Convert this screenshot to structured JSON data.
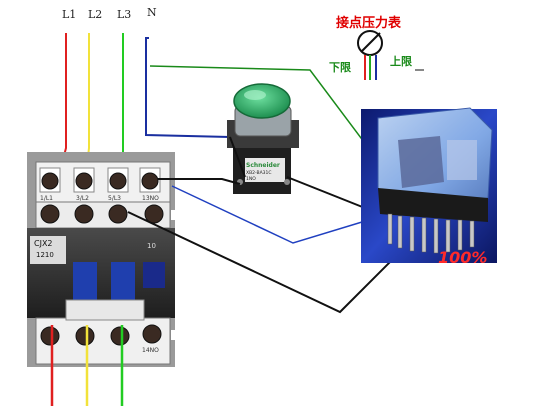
{
  "lines": {
    "l1": "L1",
    "l2": "L2",
    "l3": "L3",
    "n": "N"
  },
  "gauge": {
    "title": "接点压力表",
    "lower_limit": "下限",
    "upper_limit": "上限"
  },
  "contactor": {
    "model_line1": "CJX2",
    "model_line2": "1210",
    "terminal_top_left": "1/L1",
    "terminal_top_mid": "3/L2",
    "terminal_top_right": "5/L3",
    "terminal_aux_top": "13NO",
    "terminal_aux_bottom": "14NO",
    "aux_mark": "10"
  },
  "button": {
    "brand": "Schneider",
    "label_line1": "XB2-BA31C",
    "label_line2": "1NO"
  },
  "relay": {
    "watermark": "100%"
  },
  "colors": {
    "l1_wire": "#e02020",
    "l2_wire": "#f2e23a",
    "l3_wire": "#22cc22",
    "n_wire": "#1a2fa0",
    "gauge_wire": "#1a8a1a",
    "control_wire": "#111111",
    "relay_wire": "#2040c0",
    "label_red": "#e00000",
    "button_green": "#2eb36a",
    "relay_bg": "#1c2f9a"
  }
}
